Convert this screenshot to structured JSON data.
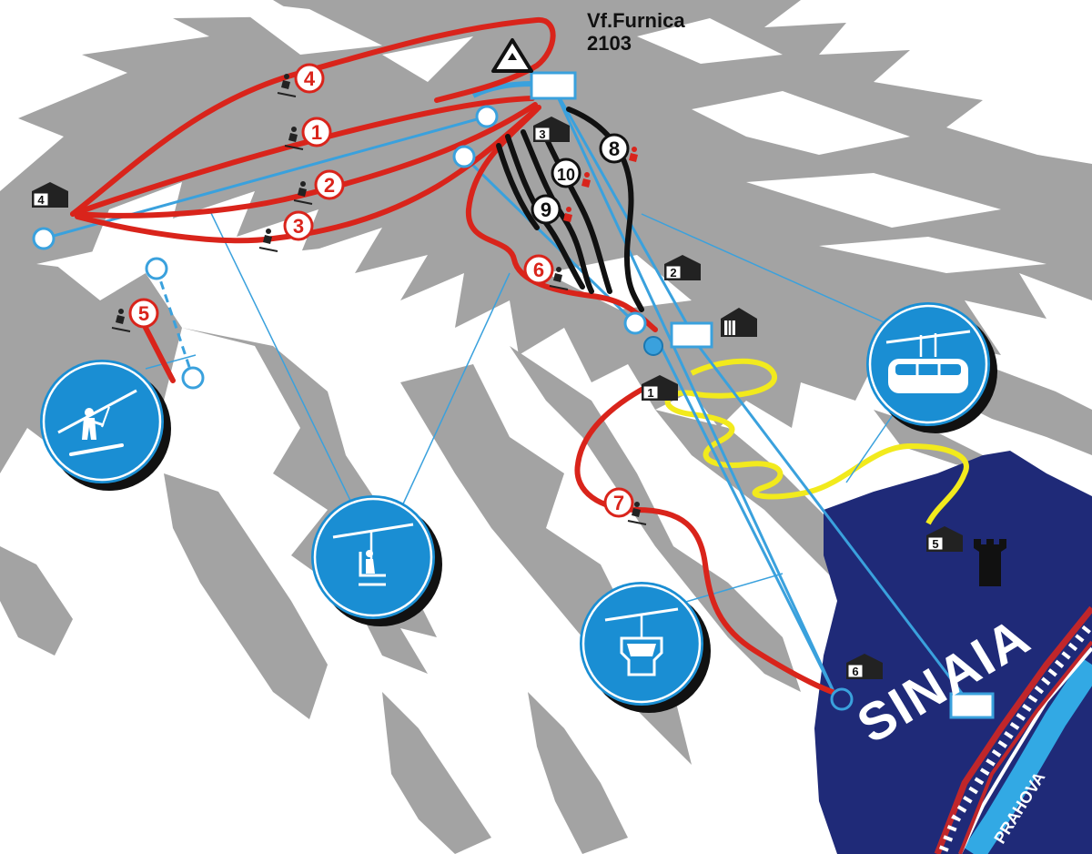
{
  "peak": {
    "name": "Vf.Furnica",
    "altitude": "2103"
  },
  "town": "SINAIA",
  "river": "PRAHOVA",
  "colors": {
    "mountain": "#a3a3a3",
    "red_run": "#d9241b",
    "black_run": "#111111",
    "lift": "#3aa1dd",
    "road": "#f2ea1d",
    "town_area": "#1f2a78",
    "river": "#32a9e4",
    "rail": "#c0262a"
  },
  "runs": [
    {
      "num": "4"
    },
    {
      "num": "1"
    },
    {
      "num": "2"
    },
    {
      "num": "3"
    },
    {
      "num": "5"
    },
    {
      "num": "6"
    },
    {
      "num": "7"
    },
    {
      "num": "8"
    },
    {
      "num": "10"
    },
    {
      "num": "9"
    }
  ],
  "huts": [
    {
      "num": "4"
    },
    {
      "num": "3"
    },
    {
      "num": "2"
    },
    {
      "num": "1"
    },
    {
      "num": "5"
    },
    {
      "num": "6"
    }
  ],
  "legend_icons": [
    {
      "icon": "ski-tow-icon"
    },
    {
      "icon": "chairlift-icon"
    },
    {
      "icon": "gondola-icon"
    },
    {
      "icon": "cable-car-icon"
    }
  ]
}
